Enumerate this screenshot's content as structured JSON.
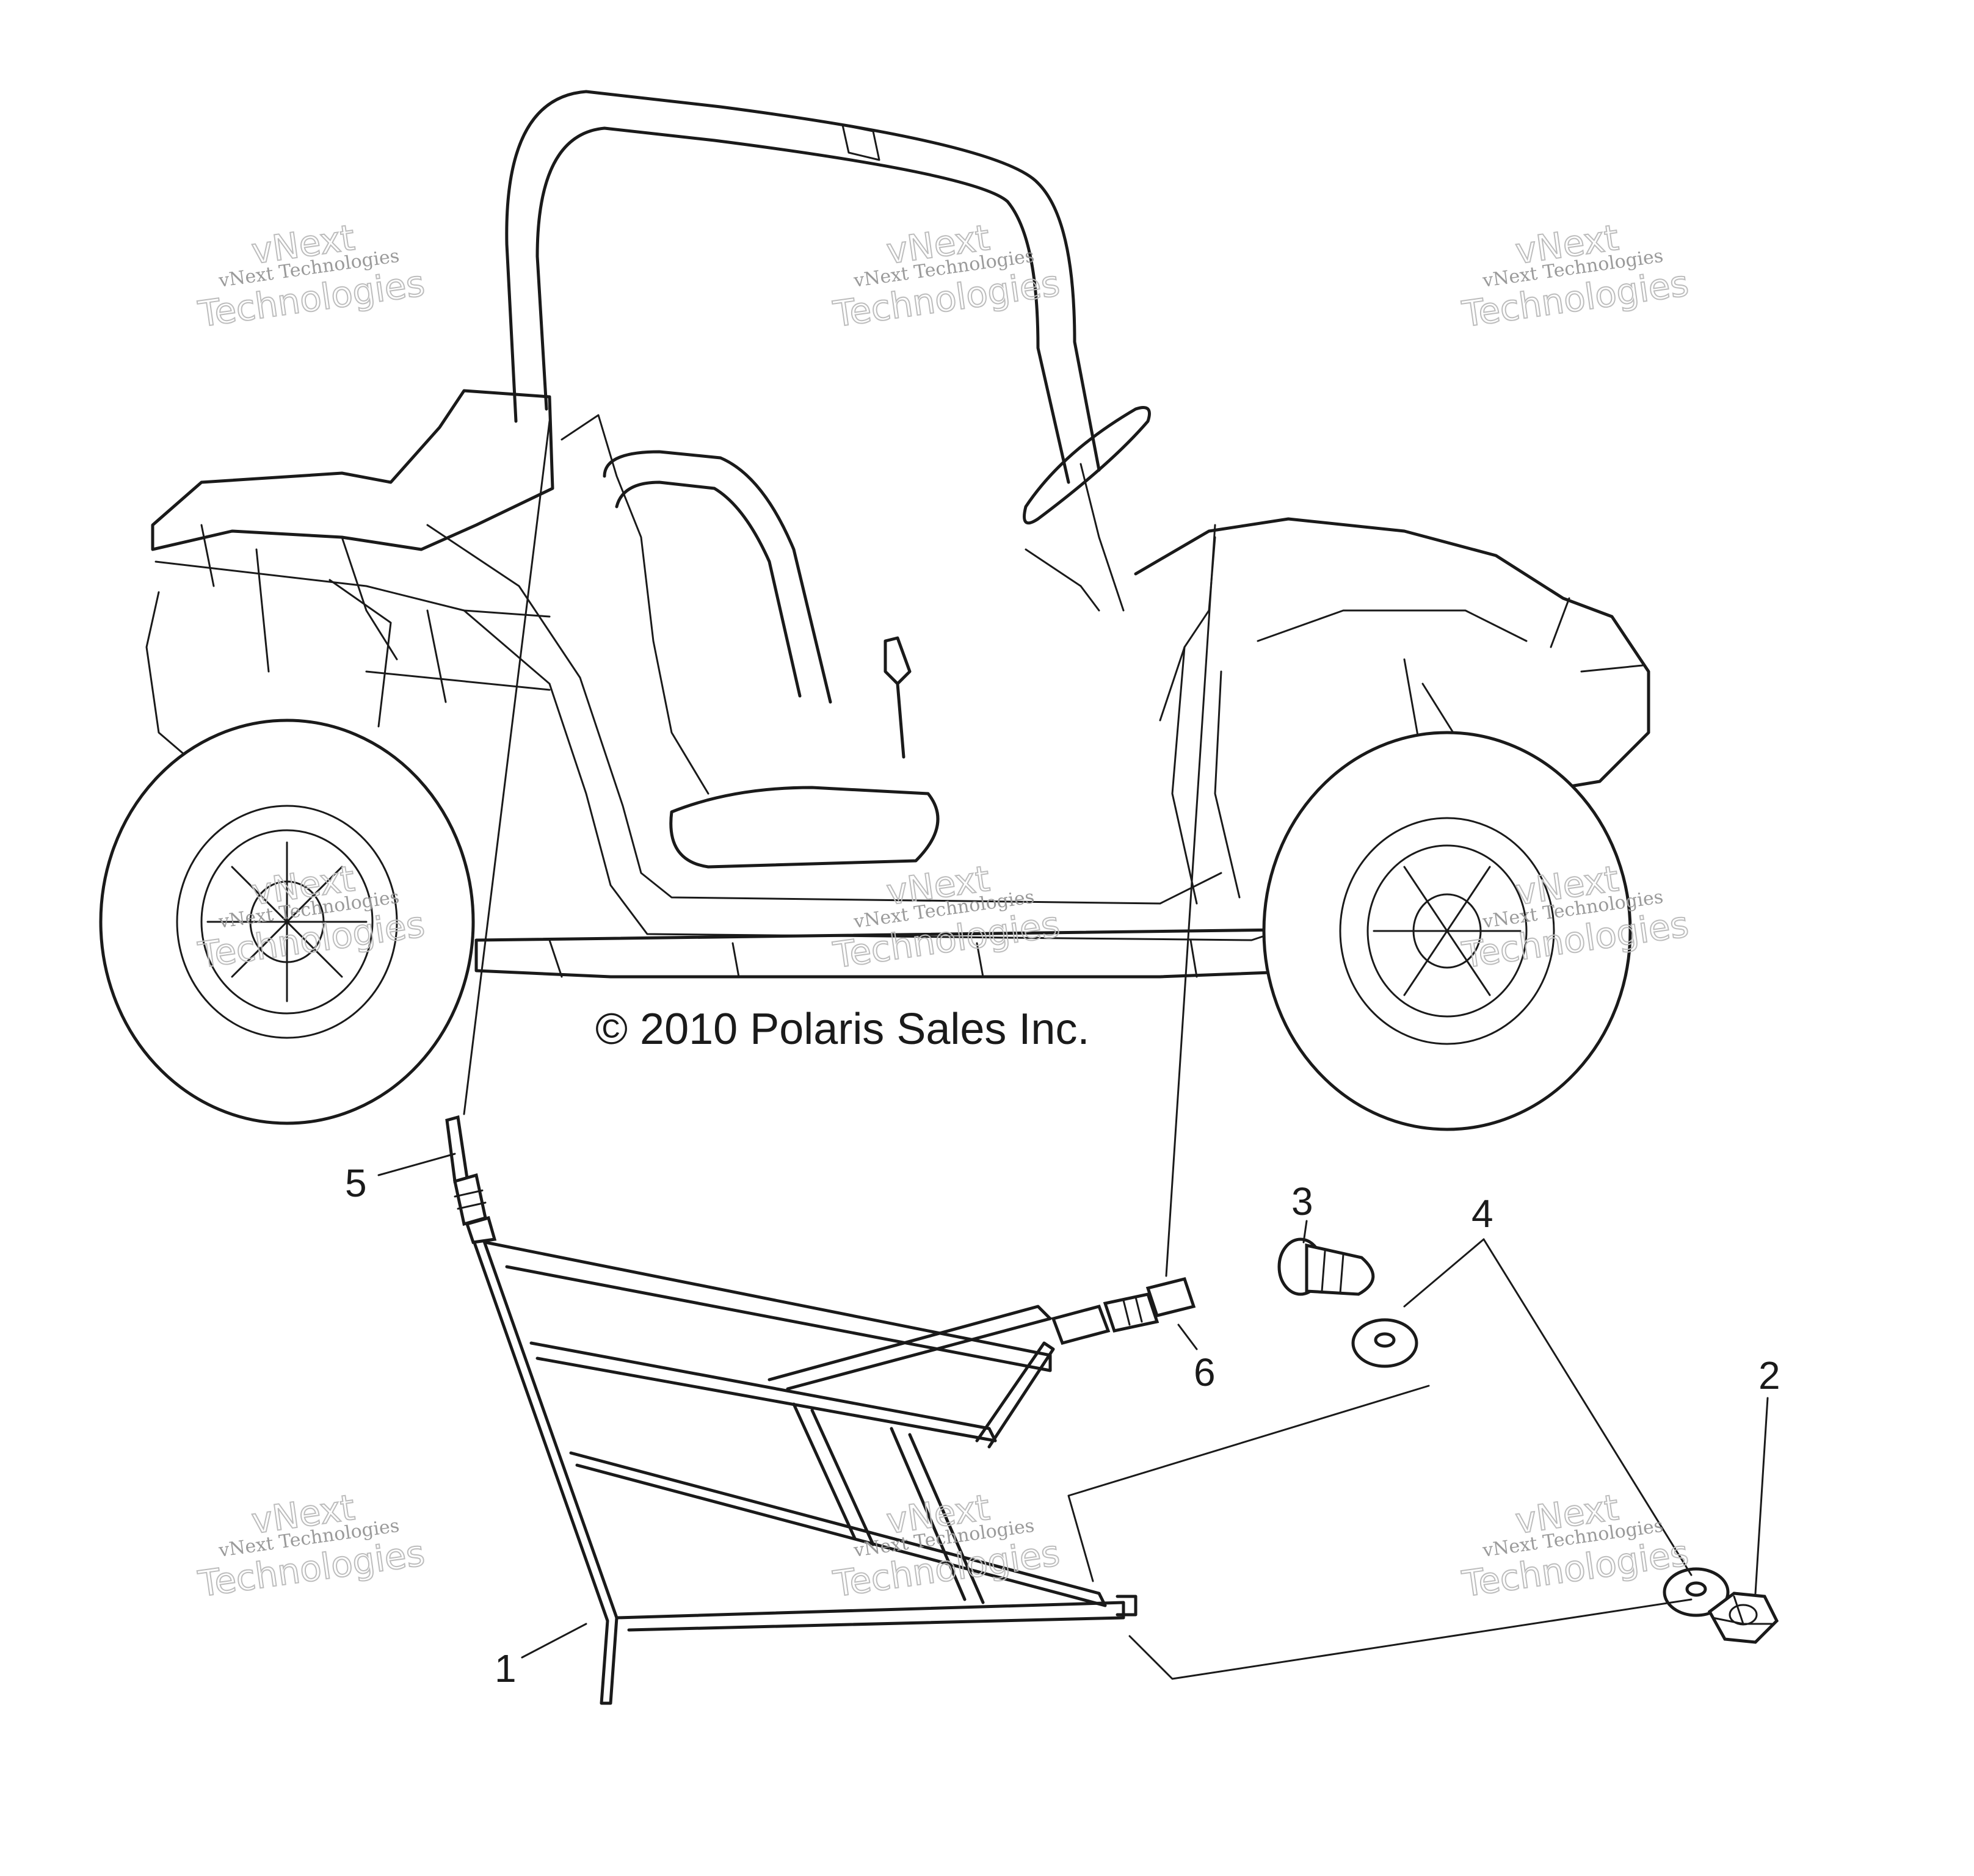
{
  "copyright": "© 2010 Polaris Sales Inc.",
  "callouts": [
    {
      "id": "1",
      "label": "1"
    },
    {
      "id": "2",
      "label": "2"
    },
    {
      "id": "3",
      "label": "3"
    },
    {
      "id": "4",
      "label": "4"
    },
    {
      "id": "5",
      "label": "5"
    },
    {
      "id": "6",
      "label": "6"
    }
  ],
  "watermark": {
    "line1": "vNext",
    "line2": "vNext Technologies",
    "line3": "Technologies"
  }
}
